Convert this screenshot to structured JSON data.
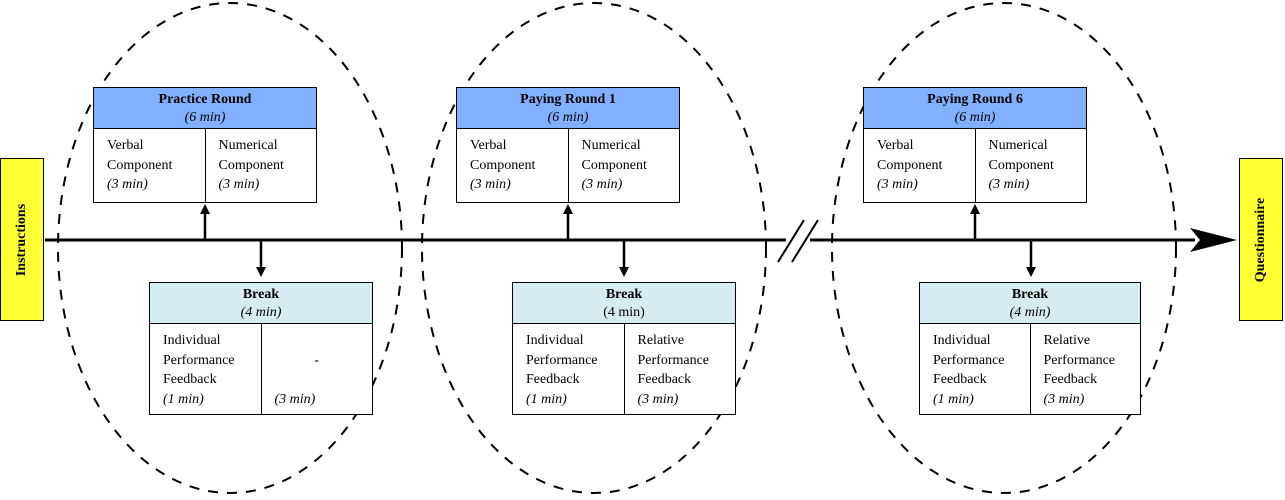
{
  "start_label": "Instructions",
  "end_label": "Questionnaire",
  "rounds": [
    {
      "title": "Practice Round",
      "duration": "(6 min)",
      "duration_italic": true,
      "components": [
        {
          "lines": [
            "Verbal",
            "Component"
          ],
          "duration": "(3 min)"
        },
        {
          "lines": [
            "Numerical",
            "Component"
          ],
          "duration": "(3 min)"
        }
      ],
      "break": {
        "title": "Break",
        "duration": "(4 min)",
        "duration_italic": true,
        "items": [
          {
            "lines": [
              "Individual",
              "Performance",
              "Feedback"
            ],
            "duration": "(1 min)"
          },
          {
            "lines": [
              "-"
            ],
            "duration": "(3 min)",
            "center": true
          }
        ]
      }
    },
    {
      "title": "Paying Round 1",
      "duration": "(6 min)",
      "duration_italic": true,
      "components": [
        {
          "lines": [
            "Verbal",
            "Component"
          ],
          "duration": "(3 min)"
        },
        {
          "lines": [
            "Numerical",
            "Component"
          ],
          "duration": "(3 min)"
        }
      ],
      "break": {
        "title": "Break",
        "duration": "(4 min)",
        "duration_italic": false,
        "items": [
          {
            "lines": [
              "Individual",
              "Performance",
              "Feedback"
            ],
            "duration": "(1 min)"
          },
          {
            "lines": [
              "Relative",
              "Performance",
              "Feedback"
            ],
            "duration": "(3 min)"
          }
        ]
      }
    },
    {
      "title": "Paying Round 6",
      "duration": "(6 min)",
      "duration_italic": true,
      "components": [
        {
          "lines": [
            "Verbal",
            "Component"
          ],
          "duration": "(3 min)"
        },
        {
          "lines": [
            "Numerical",
            "Component"
          ],
          "duration": "(3 min)"
        }
      ],
      "break": {
        "title": "Break",
        "duration": "(4 min)",
        "duration_italic": true,
        "items": [
          {
            "lines": [
              "Individual",
              "Performance",
              "Feedback"
            ],
            "duration": "(1 min)"
          },
          {
            "lines": [
              "Relative",
              "Performance",
              "Feedback"
            ],
            "duration": "(3 min)"
          }
        ]
      }
    }
  ],
  "colors": {
    "round_header": "#80b0ff",
    "break_header": "#d6ecf3",
    "side_box": "#ffff33"
  }
}
